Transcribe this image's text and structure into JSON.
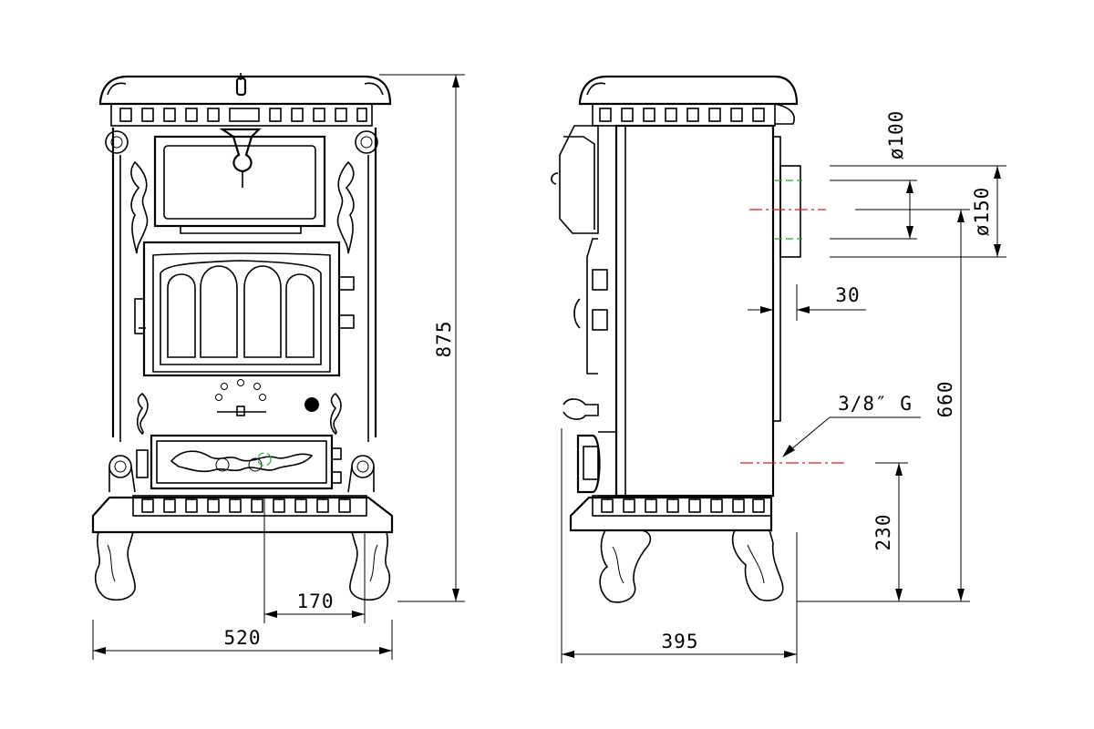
{
  "dimensions": {
    "front_width": "520",
    "height_total": "875",
    "leg_spacing": "170",
    "side_depth": "395",
    "flue_inner_diameter": "ø100",
    "flue_outer_diameter": "ø150",
    "flue_offset": "30",
    "flue_center_height": "660",
    "water_connection": "3/8″ G",
    "water_connection_height": "230"
  },
  "colors": {
    "line": "#000000",
    "centerline_red": "#d4202a",
    "centerline_green": "#27a83a"
  }
}
